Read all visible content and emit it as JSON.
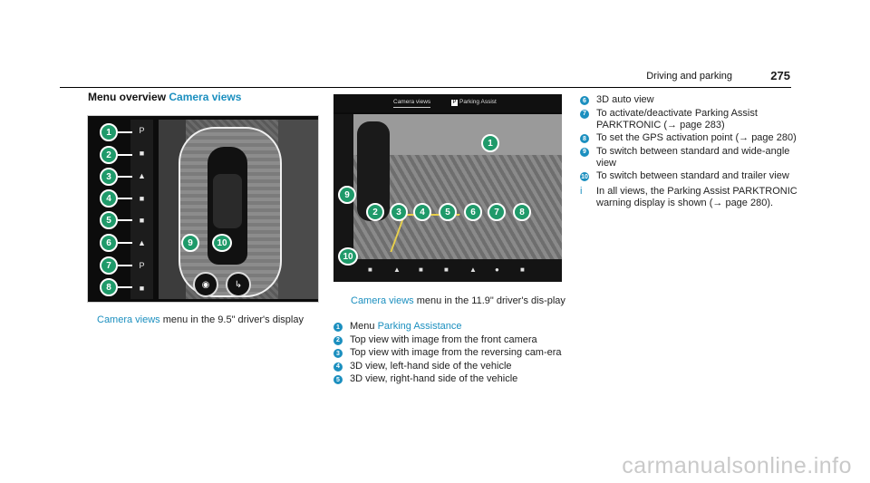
{
  "header": {
    "section_title": "Driving and parking",
    "page_number": "275"
  },
  "menu": {
    "prefix": "Menu overview",
    "name": "Camera views"
  },
  "left_figure": {
    "callouts": [
      "1",
      "2",
      "3",
      "4",
      "5",
      "6",
      "7",
      "8",
      "9",
      "10"
    ],
    "sidebar_icons": [
      "P",
      "■",
      "▲",
      "■",
      "■",
      "▲",
      "P",
      "■"
    ],
    "caption_link": "Camera views",
    "caption_text": "menu in the 9.5\" driver's display"
  },
  "right_figure": {
    "tabs": {
      "camera_views": "Camera views",
      "p_icon": "P",
      "parking_assist": "Parking Assist"
    },
    "callouts": [
      "1",
      "2",
      "3",
      "4",
      "5",
      "6",
      "7",
      "8",
      "9",
      "10"
    ],
    "caption_link": "Camera views",
    "caption_text": "menu in the 11.9\" driver's dis-play"
  },
  "list_middle": [
    {
      "num": "1",
      "text": "Menu ",
      "link": "Parking Assistance"
    },
    {
      "num": "2",
      "text": "Top view with image from the front camera"
    },
    {
      "num": "3",
      "text": "Top view with image from the reversing cam-era"
    },
    {
      "num": "4",
      "text": "3D view, left-hand side of the vehicle"
    },
    {
      "num": "5",
      "text": "3D view, right-hand side of the vehicle"
    }
  ],
  "list_right": [
    {
      "num": "6",
      "text": "3D auto view"
    },
    {
      "num": "7",
      "text": "To activate/deactivate Parking Assist PARKTRONIC (→ page 283)"
    },
    {
      "num": "8",
      "text": "To set the GPS activation point (→ page 280)"
    },
    {
      "num": "9",
      "text": "To switch between standard and wide-angle view"
    },
    {
      "num": "10",
      "text": "To switch between standard and trailer view"
    }
  ],
  "note": {
    "icon": "i",
    "text": "In all views, the Parking Assist PARKTRONIC warning display is shown (→ page 280)."
  },
  "watermark": "carmanualsonline.info",
  "colors": {
    "accent": "#1b8fbf",
    "callout_green": "#1f9a6a"
  }
}
